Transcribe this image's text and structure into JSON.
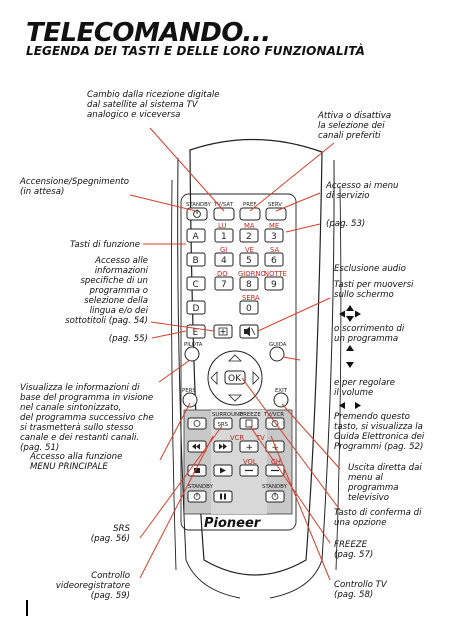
{
  "header": {
    "title": "TELECOMANDO...",
    "subtitle": "LEGENDA DEI TASTI E DELLE LORO FUNZIONALITÀ"
  },
  "captions": {
    "tv_sat": [
      "Cambio dalla ricezione digitale",
      "dal satellite al sistema TV",
      "analogico e viceversa"
    ],
    "pref": [
      "Attiva o disattiva",
      "la selezione dei",
      "canali preferiti"
    ],
    "standby": [
      "Accensione/Spegnimento",
      "(in attesa)"
    ],
    "serv": [
      "Accesso ai menu",
      "di servizio"
    ],
    "pag53": "(pag. 53)",
    "tasti_funzione": "Tasti di funzione",
    "info": [
      "Accesso alle",
      "informazioni",
      "specifiche di un",
      "programma o",
      "selezione della",
      "lingua e/o dei",
      "sottotitoli (pag. 54)"
    ],
    "mute": "Esclusione audio",
    "move": [
      "Tasti per muoversi",
      "sullo schermo"
    ],
    "pag55": "(pag. 55)",
    "scroll": [
      "o scorrimento di",
      "un programma"
    ],
    "pilota_info": [
      "Visualizza le informazioni di",
      "base del programma in visione",
      "nel canale sintonizzato,",
      "del programma successivo che",
      "si trasmetterà sullo stesso",
      "canale e dei restanti canali.",
      "(pag. 51)"
    ],
    "volume": [
      "e per regolare",
      "il volume"
    ],
    "guida": [
      "Premendo questo",
      "tasto, si visualizza la",
      "Guida Elettronica dei",
      "Programmi (pag. 52)"
    ],
    "menu": [
      "Accesso alla funzione",
      "MENU PRINCIPALE"
    ],
    "exit": [
      "Uscita diretta dai",
      "menu al",
      "programma",
      "televisivo"
    ],
    "ok": [
      "Tasto di conferma di",
      "una opzione"
    ],
    "srs": [
      "SRS",
      "(pag. 56)"
    ],
    "freeze": [
      "FREEZE",
      "(pag. 57)"
    ],
    "vcr": [
      "Controllo",
      "videoregistratore",
      "(pag. 59)"
    ],
    "tv": [
      "Controllo TV",
      "(pag. 58)"
    ]
  },
  "remote": {
    "top_labels": [
      "STANDBY",
      "TV/SAT",
      "PREF",
      "SERV"
    ],
    "function_keys": [
      "A",
      "B",
      "C",
      "D",
      "E"
    ],
    "digits": [
      "1",
      "2",
      "3",
      "4",
      "5",
      "6",
      "7",
      "8",
      "9",
      "0"
    ],
    "digit_captions": [
      "LU",
      "MA",
      "ME",
      "GI",
      "VE",
      "SA",
      "DO",
      "GIORNO",
      "NOTTE",
      "SERA"
    ],
    "pilota": "PILOTA",
    "guida": "GUIDA",
    "ok": "OK",
    "pers": "PERS",
    "exit": "EXIT",
    "surround": "SURROUND",
    "srs": "SRS",
    "freeze": "FREEZE",
    "tv_vcr": "TV/VCR",
    "vcr": "VCR",
    "tv": "TV",
    "vol": "VOL",
    "ch": "CH",
    "standby_bottom": [
      "STANDBY",
      "STANDBY"
    ],
    "brand": "Pioneer"
  }
}
